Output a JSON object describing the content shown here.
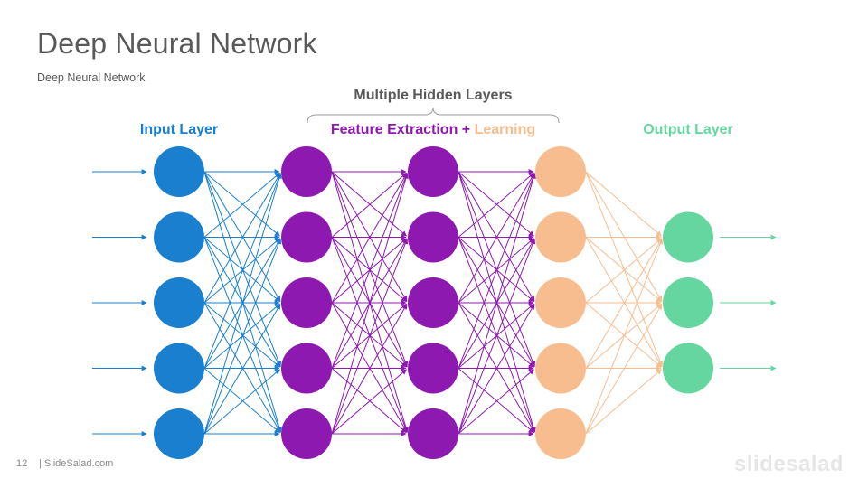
{
  "slide": {
    "title": "Deep Neural Network",
    "subtitle": "Deep Neural Network",
    "page_number": "12",
    "site": "| SlideSalad.com",
    "brand": "slidesalad"
  },
  "diagram": {
    "hidden_header": "Multiple Hidden Layers",
    "labels": {
      "input": "Input Layer",
      "feature": "Feature Extraction",
      "plus": " + ",
      "learning": "Learning",
      "output": "Output Layer"
    },
    "colors": {
      "input": "#1a7fcf",
      "hidden": "#8e19b1",
      "learning": "#f8bd8f",
      "output": "#66d6a1",
      "text_dark": "#595959"
    },
    "layers": [
      {
        "name": "input",
        "nodes": 5,
        "color": "#1a7fcf"
      },
      {
        "name": "hidden-1",
        "nodes": 5,
        "color": "#8e19b1"
      },
      {
        "name": "hidden-2",
        "nodes": 5,
        "color": "#8e19b1"
      },
      {
        "name": "hidden-3",
        "nodes": 5,
        "color": "#f8bd8f"
      },
      {
        "name": "output",
        "nodes": 3,
        "color": "#66d6a1"
      }
    ]
  }
}
